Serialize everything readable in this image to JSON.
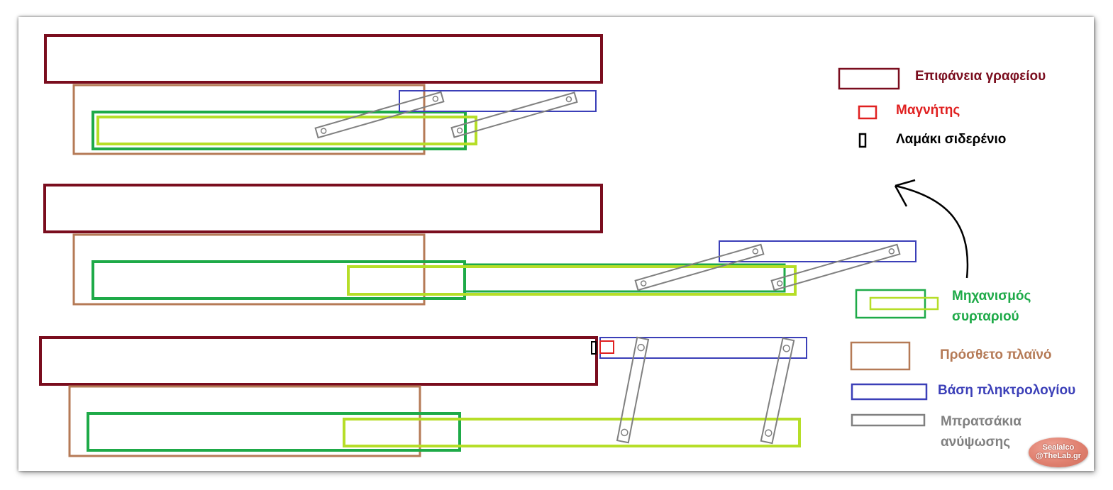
{
  "colors": {
    "desk": "#7a0d1e",
    "magnet": "#e02020",
    "iron_plate": "#000000",
    "drawer_outer": "#1eaa48",
    "drawer_inner": "#b6de28",
    "side_panel": "#b57a56",
    "keyboard_base": "#3b3fb8",
    "lift_arm": "#808080"
  },
  "legend": [
    {
      "key": "desk",
      "label": "Επιφάνεια γραφείου",
      "color": "#7a0d1e"
    },
    {
      "key": "magnet",
      "label": "Μαγνήτης",
      "color": "#e02020"
    },
    {
      "key": "iron_plate",
      "label": "Λαμάκι σιδερένιο",
      "color": "#000000"
    },
    {
      "key": "drawer",
      "label": "Μηχανισμός συρταριού",
      "color": "#1eaa48"
    },
    {
      "key": "side_panel",
      "label": "Πρόσθετο πλαϊνό",
      "color": "#b57a56"
    },
    {
      "key": "keyboard_base",
      "label": "Βάση πληκτρολογίου",
      "color": "#3b3fb8"
    },
    {
      "key": "lift_arm",
      "label": "Μπρατσάκια ανύψωσης",
      "color": "#808080"
    }
  ],
  "watermark": {
    "line1": "Sealalco",
    "line2": "@TheLab.gr"
  }
}
